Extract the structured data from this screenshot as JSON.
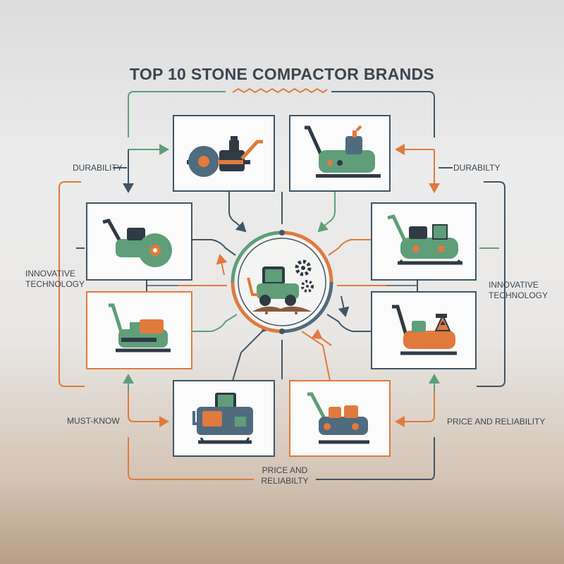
{
  "title": "TOP 10 STONE COMPACTOR BRANDS",
  "labels": {
    "durability_left": "DURABILITY",
    "durability_right": "DURABILTY",
    "innovative_left": "INNOVATIVE TECHNOLOGY",
    "innovative_right": "INNOVATIVE TECHNOLOGY",
    "must_know": "MUST-KNOW",
    "price_right": "PRICE AND RELIABILITY",
    "price_bottom": "PRICE AND RELIABILTY"
  },
  "panels": [
    {
      "id": "top-left",
      "icon": "drum-roller-icon",
      "border": "#3f5666"
    },
    {
      "id": "top-right",
      "icon": "plate-compactor-icon",
      "border": "#3f5666"
    },
    {
      "id": "left-upper",
      "icon": "wheel-compactor-icon",
      "border": "#3f5666"
    },
    {
      "id": "right-upper",
      "icon": "sled-compactor-icon",
      "border": "#3f5666"
    },
    {
      "id": "left-lower",
      "icon": "plate-compactor-icon",
      "border": "#e07a3e"
    },
    {
      "id": "right-lower",
      "icon": "rammer-compactor-icon",
      "border": "#3f5666"
    },
    {
      "id": "bottom-left",
      "icon": "ride-on-roller-icon",
      "border": "#3f5666"
    },
    {
      "id": "bottom-right",
      "icon": "walk-behind-compactor-icon",
      "border": "#e07a3e"
    }
  ],
  "hub": {
    "icon": "compactor-with-gears-icon"
  },
  "colors": {
    "green": "#5f9e78",
    "orange": "#e07a3e",
    "navy": "#3f5666",
    "dark": "#2f3a44"
  }
}
